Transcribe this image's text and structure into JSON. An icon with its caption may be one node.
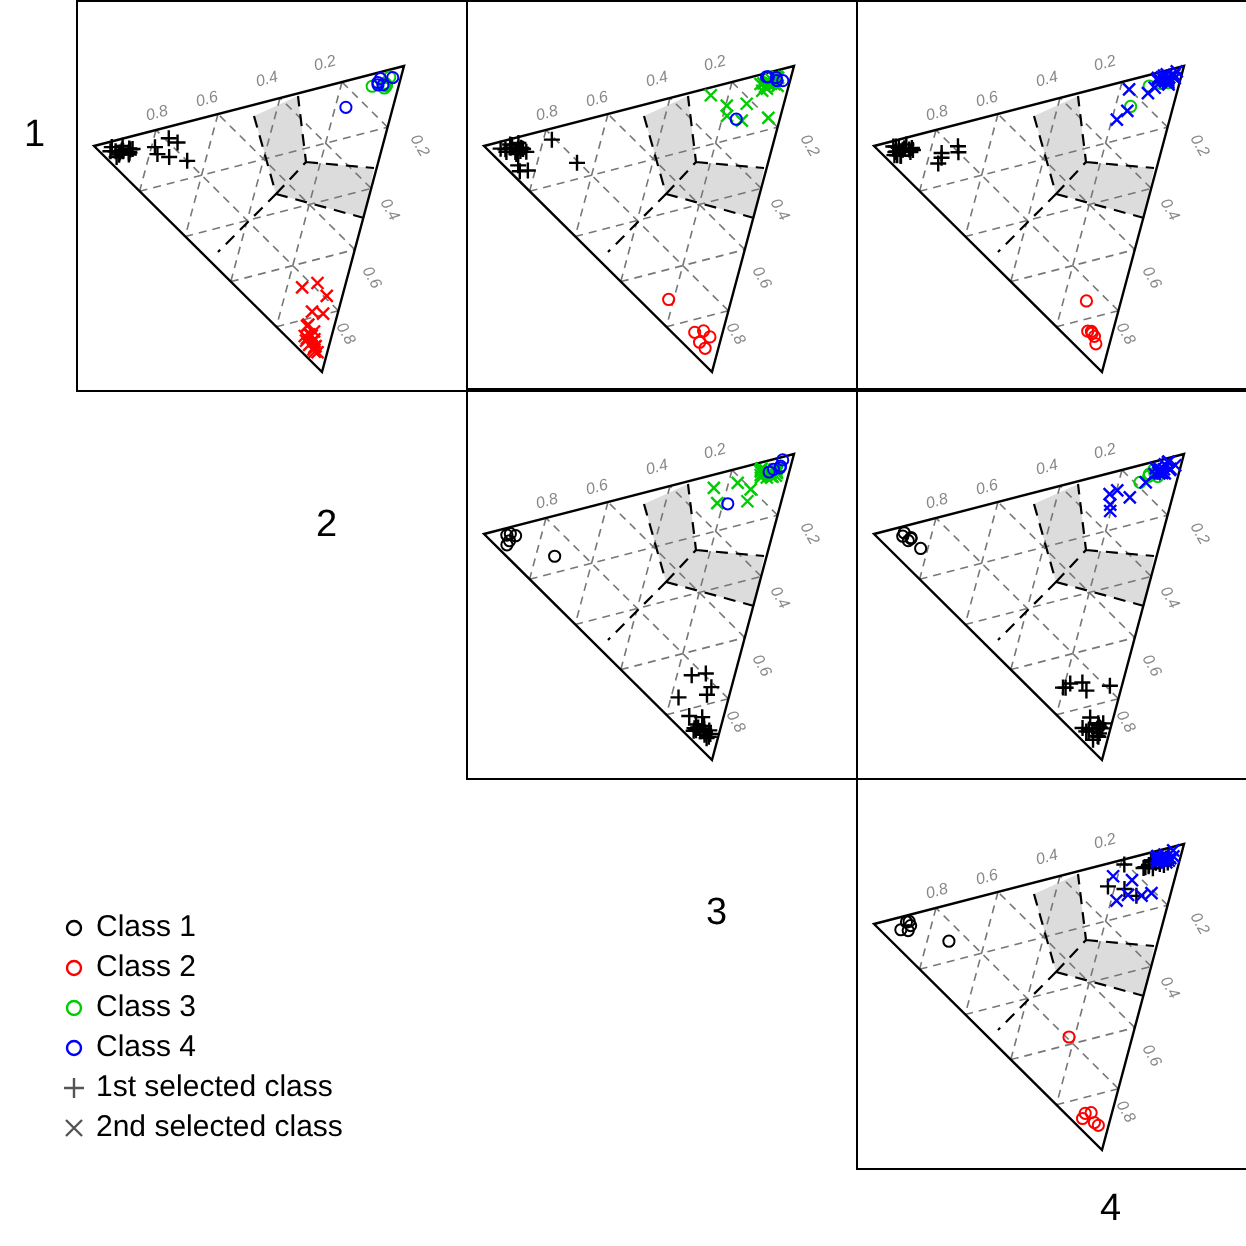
{
  "diagram": {
    "labels": [
      "1",
      "0.8",
      "0.6",
      "0.4",
      "0.2",
      "0.2",
      "0.4",
      "0.6",
      "0.8",
      "0.8",
      "0.6",
      "0.4",
      "0.2",
      "0.2",
      "0.4",
      "0.6",
      "0.8",
      "0.8",
      "0.6",
      "0.4",
      "0.2",
      "0.2",
      "0.4",
      "0.6",
      "0.8",
      "2",
      "0.8",
      "0.6",
      "0.4",
      "0.2",
      "0.2",
      "0.4",
      "0.6",
      "0.8",
      "0.8",
      "0.6",
      "0.4",
      "0.2",
      "0.2",
      "0.4",
      "0.6",
      "0.8",
      "3",
      "0.8",
      "0.6",
      "0.4",
      "0.2",
      "0.2",
      "0.4",
      "0.6",
      "0.8",
      "4"
    ],
    "legend": [
      {
        "text": "Class 1",
        "color": "#000000"
      },
      {
        "text": "Class 2",
        "color": "#ff0000"
      },
      {
        "text": "Class 3",
        "color": "#00cd00"
      },
      {
        "text": "Class 4",
        "color": "#0000ff"
      },
      {
        "text": "1st selected class"
      },
      {
        "text": "2nd selected class"
      }
    ]
  }
}
